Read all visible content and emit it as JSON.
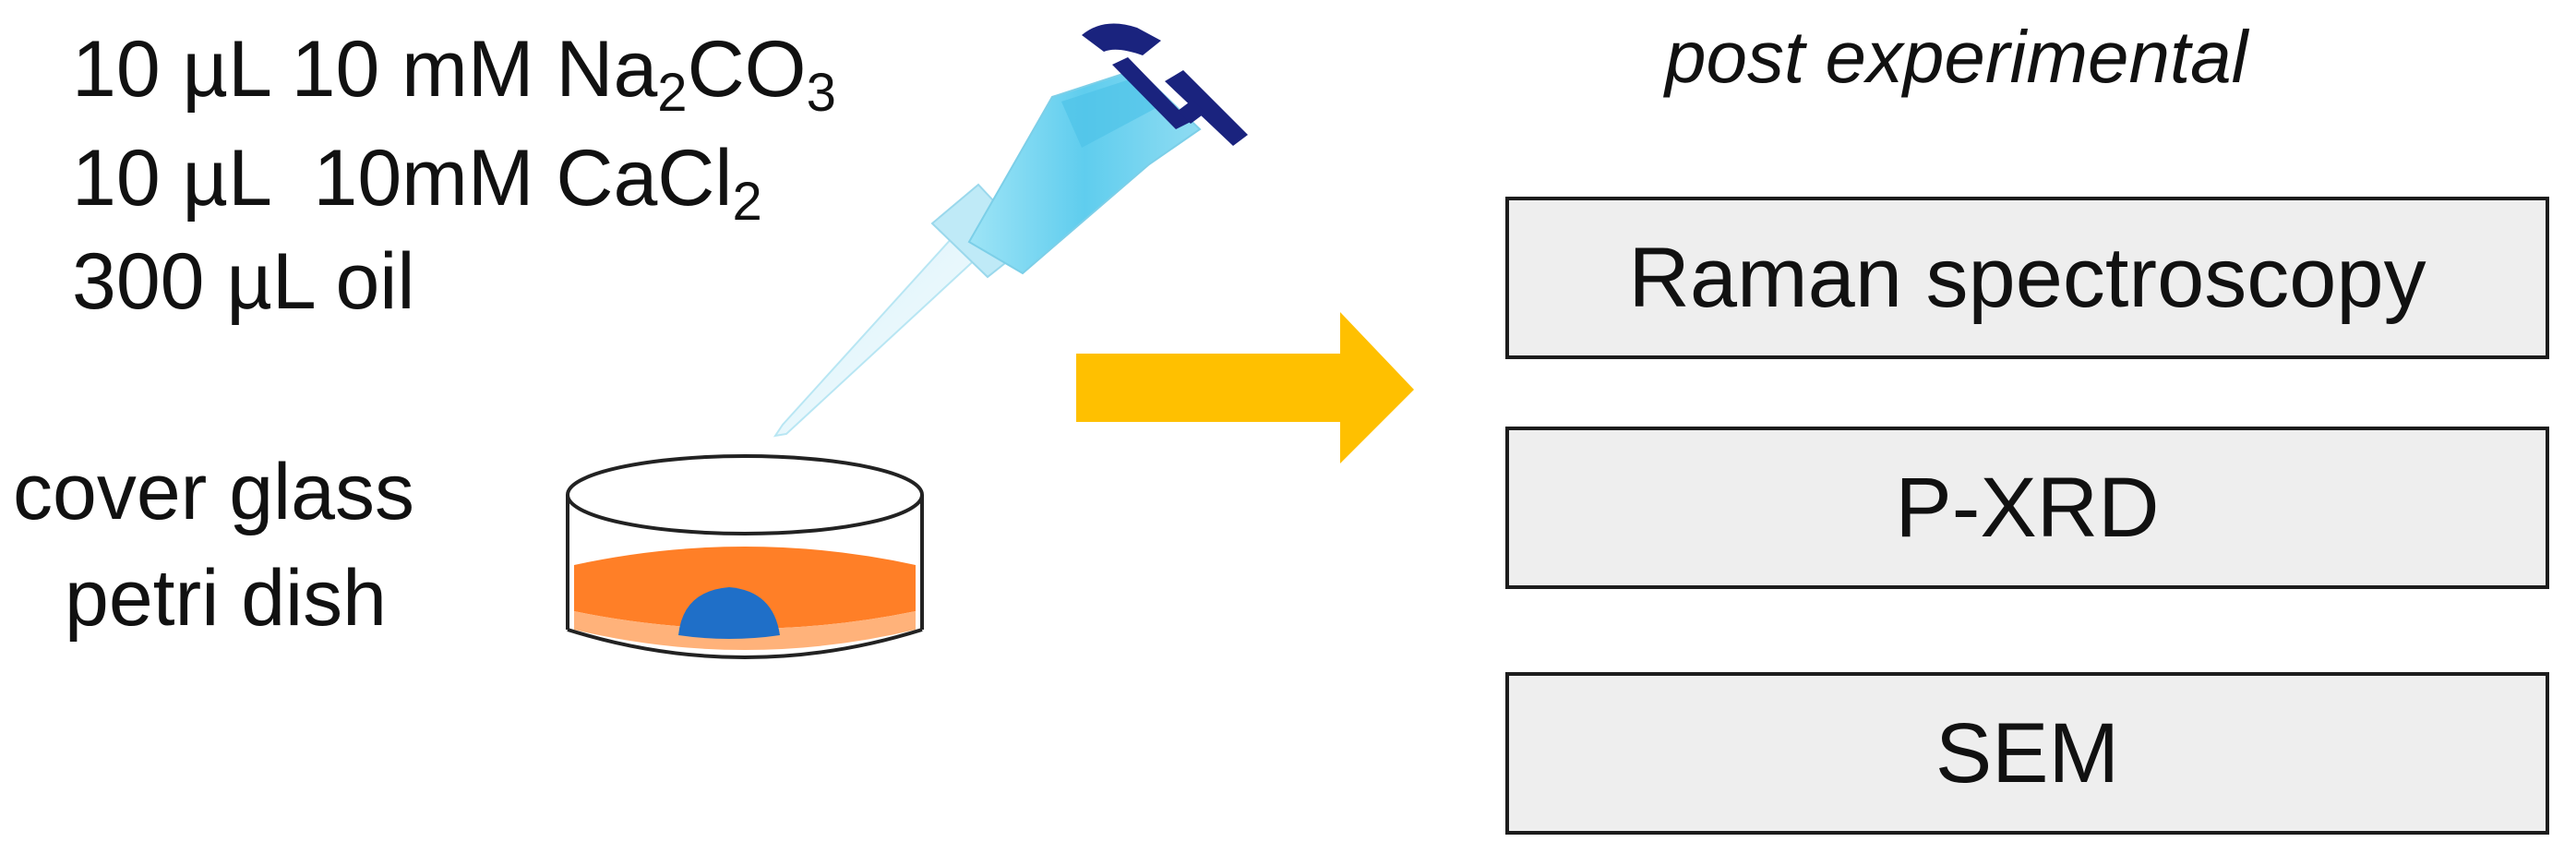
{
  "reagents": [
    {
      "pre": "10 µL 10 mM Na",
      "sub1": "2",
      "mid": "CO",
      "sub2": "3"
    },
    {
      "pre": "10 µL  10mM CaCl",
      "sub1": "2"
    },
    {
      "pre": "300 µL oil"
    }
  ],
  "sample": {
    "line1": "cover glass",
    "line2": "petri dish"
  },
  "post": {
    "title": "post experimental",
    "methods": [
      "Raman spectroscopy",
      "P-XRD",
      "SEM"
    ]
  },
  "colors": {
    "arrow": "#FFC000",
    "oil": "#FF7F27",
    "oil_light": "#FFB27A",
    "droplet": "#1F6FC8",
    "pipette_body": "#6ED3F0",
    "pipette_plunger": "#1A237E",
    "box_fill": "#EEEEEE"
  },
  "icons": [
    "pipette-icon",
    "petri-dish-icon",
    "process-arrow-icon"
  ]
}
